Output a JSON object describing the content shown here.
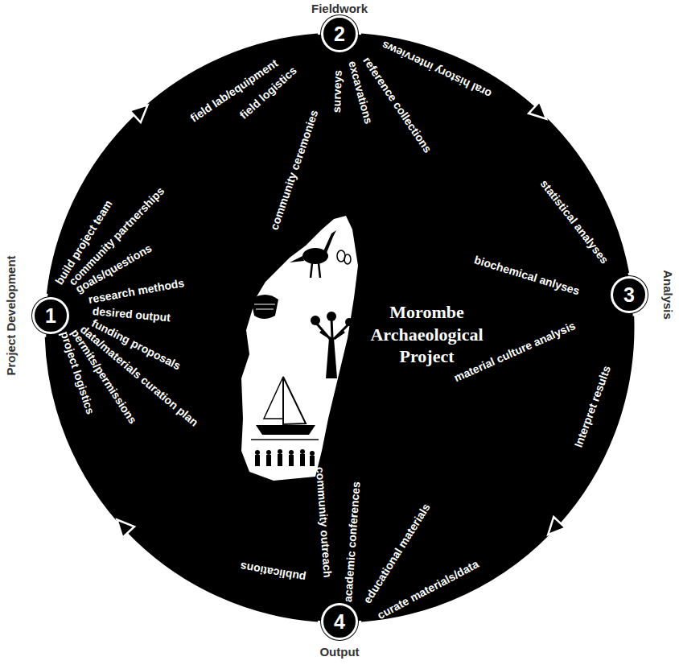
{
  "diagram": {
    "nodes": [
      {
        "text": [
          "1",
          "Project Development"
        ]
      },
      {
        "text": [
          "2",
          "Fieldwork"
        ]
      },
      {
        "text": [
          "3",
          "Analysis"
        ]
      },
      {
        "text": [
          "4",
          "Output"
        ]
      }
    ],
    "edges": [
      {
        "from": 0,
        "to": 1,
        "arrow": "to"
      },
      {
        "from": 1,
        "to": 2,
        "arrow": "to"
      },
      {
        "from": 2,
        "to": 3,
        "arrow": "to"
      },
      {
        "from": 3,
        "to": 0,
        "arrow": "to"
      }
    ],
    "labels": [
      "build project team",
      "community partnerships",
      "goals/questions",
      "research methods",
      "desired output",
      "funding proposals",
      "data/materials curation plan",
      "permits/permissions",
      "project logistics",
      "field lab/equipment",
      "field logistics",
      "community ceremonies",
      "surveys",
      "excavations",
      "reference collections",
      "oral history interviews",
      "statistical analyses",
      "biochemical anlyses",
      "material culture analysis",
      "Interpret results",
      "community outreach",
      "academic conferences",
      "educational materials",
      "curate materials/data",
      "publications",
      "Morombe Archaeological Project"
    ]
  }
}
